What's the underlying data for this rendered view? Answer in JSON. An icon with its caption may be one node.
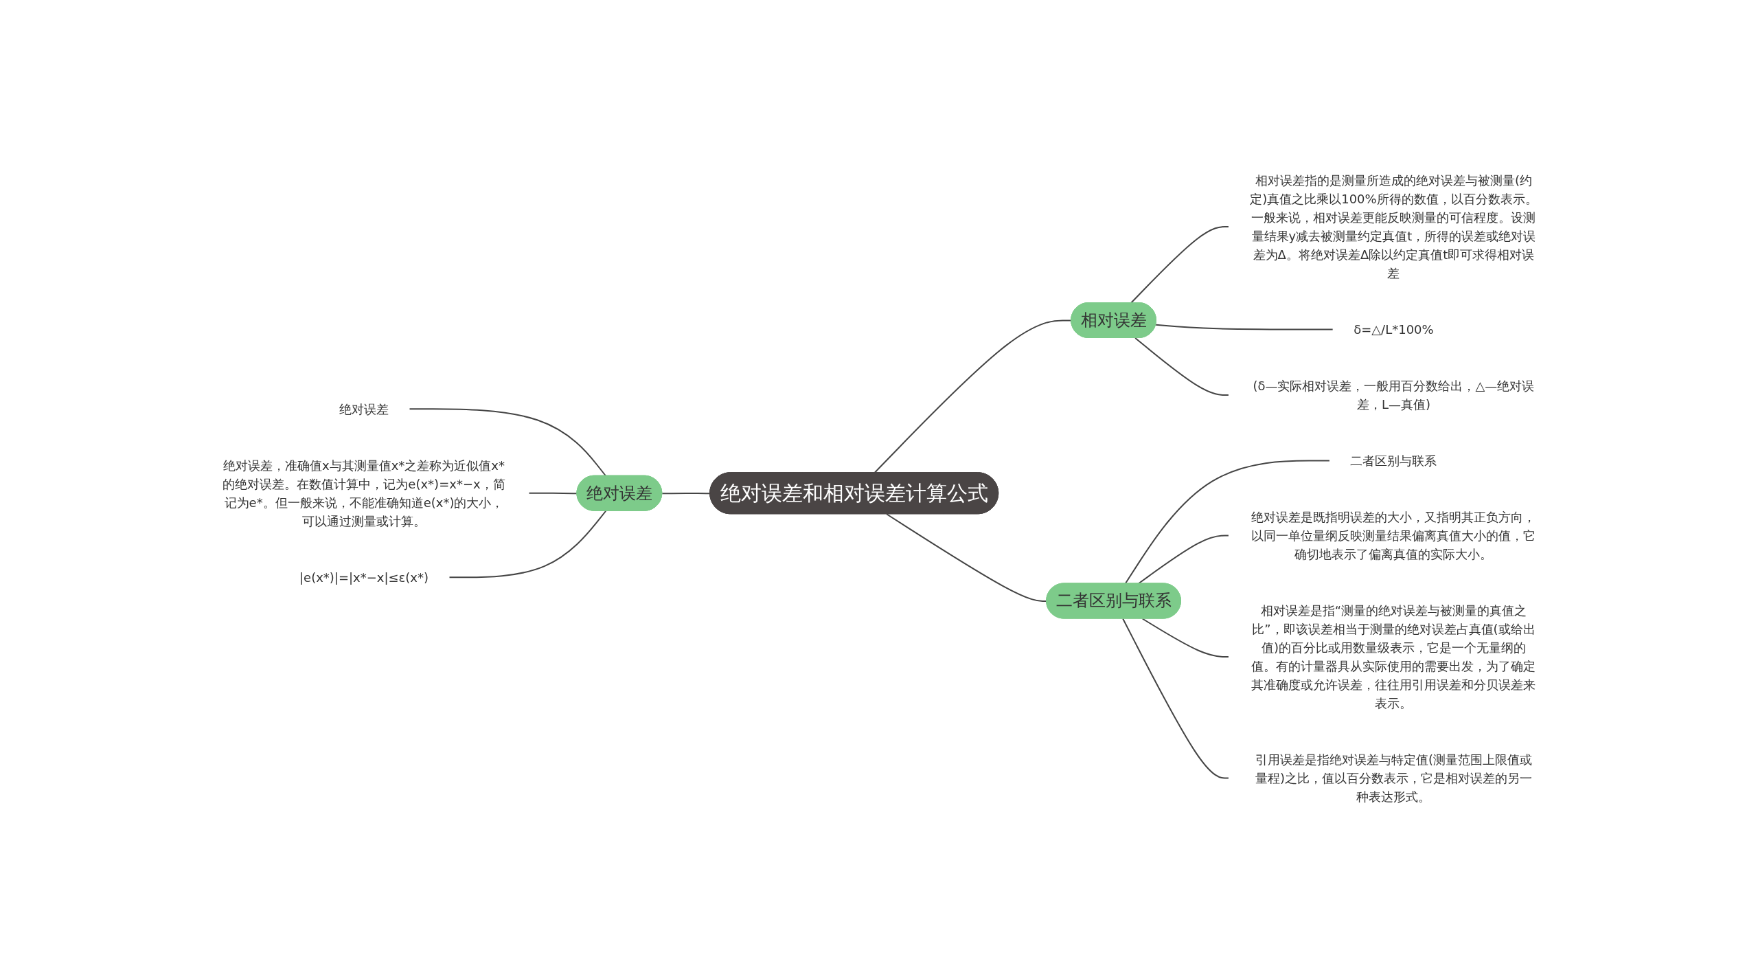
{
  "diagram": {
    "nodes": [
      {
        "text": [
          "绝对误差和相对误差计算公式"
        ]
      },
      {
        "text": [
          "相对误差"
        ]
      },
      {
        "text": [
          "相对误差指的是测量所造成的绝对误差与被测量(约定)真值之比乘以100%所得的数值，以百分数表示。一般来说，相对误差更能反映测量的可信程度。设测量结果y减去被测量约定真值t，所得的误差或绝对误差为Δ。将绝对误差Δ除以约定真值t即可求得相对误差"
        ]
      },
      {
        "text": [
          "δ=△/L*100%"
        ]
      },
      {
        "text": [
          "(δ—实际相对误差，一般用百分数给出，△—绝对误差，L—真值)"
        ]
      },
      {
        "text": [
          "二者区别与联系"
        ]
      },
      {
        "text": [
          "二者区别与联系"
        ]
      },
      {
        "text": [
          "绝对误差是既指明误差的大小，又指明其正负方向，以同一单位量纲反映测量结果偏离真值大小的值，它确切地表示了偏离真值的实际大小。"
        ]
      },
      {
        "text": [
          "相对误差是指“测量的绝对误差与被测量的真值之比”，即该误差相当于测量的绝对误差占真值(或给出值)的百分比或用数量级表示，它是一个无量纲的值。有的计量器具从实际使用的需要出发，为了确定其准确度或允许误差，往往用引用误差和分贝误差来表示。"
        ]
      },
      {
        "text": [
          "引用误差是指绝对误差与特定值(测量范围上限值或量程)之比，值以百分数表示，它是相对误差的另一种表达形式。"
        ]
      },
      {
        "text": [
          "绝对误差"
        ]
      },
      {
        "text": [
          "绝对误差"
        ]
      },
      {
        "text": [
          "绝对误差，准确值x与其测量值x*之差称为近似值x*的绝对误差。在数值计算中，记为e(x*)=x*−x，简记为e*。但一般来说，不能准确知道e(x*)的大小，可以通过测量或计算。"
        ]
      },
      {
        "text": [
          "|e(x*)|=|x*−x|≤ε(x*)"
        ]
      }
    ],
    "edges": [
      {
        "from": 0,
        "to": 1,
        "arrow": "none"
      },
      {
        "from": 1,
        "to": 2,
        "arrow": "none"
      },
      {
        "from": 1,
        "to": 3,
        "arrow": "none"
      },
      {
        "from": 1,
        "to": 4,
        "arrow": "none"
      },
      {
        "from": 0,
        "to": 5,
        "arrow": "none"
      },
      {
        "from": 5,
        "to": 6,
        "arrow": "none"
      },
      {
        "from": 5,
        "to": 7,
        "arrow": "none"
      },
      {
        "from": 5,
        "to": 8,
        "arrow": "none"
      },
      {
        "from": 5,
        "to": 9,
        "arrow": "none"
      },
      {
        "from": 10,
        "to": 0,
        "arrow": "none"
      },
      {
        "from": 11,
        "to": 10,
        "arrow": "none"
      },
      {
        "from": 12,
        "to": 10,
        "arrow": "none"
      },
      {
        "from": 13,
        "to": 10,
        "arrow": "none"
      }
    ]
  }
}
